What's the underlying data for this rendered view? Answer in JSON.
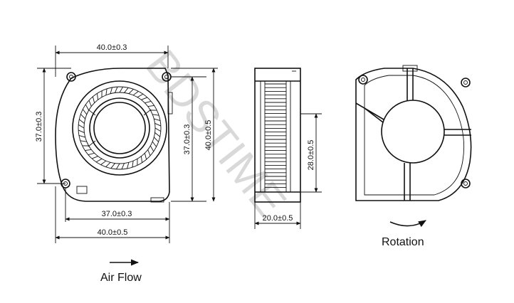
{
  "watermark": "BDSTIME",
  "dimensions": {
    "front_top_width": "40.0±0.3",
    "front_left_height": "37.0±0.3",
    "front_right_height_inner": "37.0±0.3",
    "front_right_height_outer": "40.0±0.5",
    "front_bottom_inner": "37.0±0.3",
    "front_bottom_outer": "40.0±0.5",
    "side_height": "28.0±0.5",
    "side_width": "20.0±0.5"
  },
  "labels": {
    "air_flow": "Air Flow",
    "rotation": "Rotation"
  }
}
